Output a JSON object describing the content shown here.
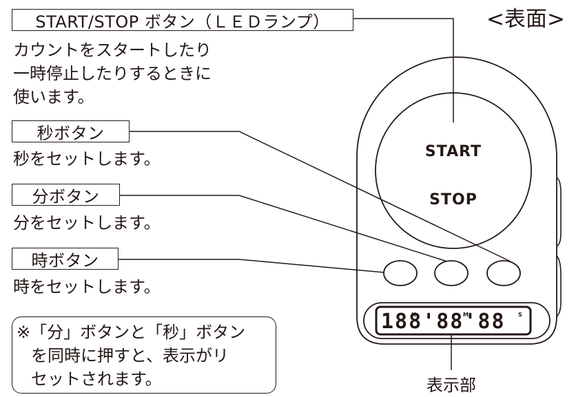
{
  "face_title": "<表面>",
  "start_stop": {
    "label": "START/STOP ボタン（ＬＥＤランプ）",
    "desc_lines": [
      "カウントをスタートしたり",
      "一時停止したりするときに",
      "使います。"
    ]
  },
  "sec_button": {
    "label": "秒ボタン",
    "desc": "秒をセットします。"
  },
  "min_button": {
    "label": "分ボタン",
    "desc": "分をセットします。"
  },
  "hour_button": {
    "label": "時ボタン",
    "desc": "時をセットします。"
  },
  "note_lines": [
    "※「分」ボタンと「秒」ボタン",
    "を同時に押すと、表示がリ",
    "セットされます。"
  ],
  "display": {
    "caption": "表示部",
    "digits": "188'88'88",
    "unit_h": "H",
    "unit_m": "M",
    "unit_s": "S"
  },
  "device": {
    "start_text": "START",
    "stop_text": "STOP"
  }
}
